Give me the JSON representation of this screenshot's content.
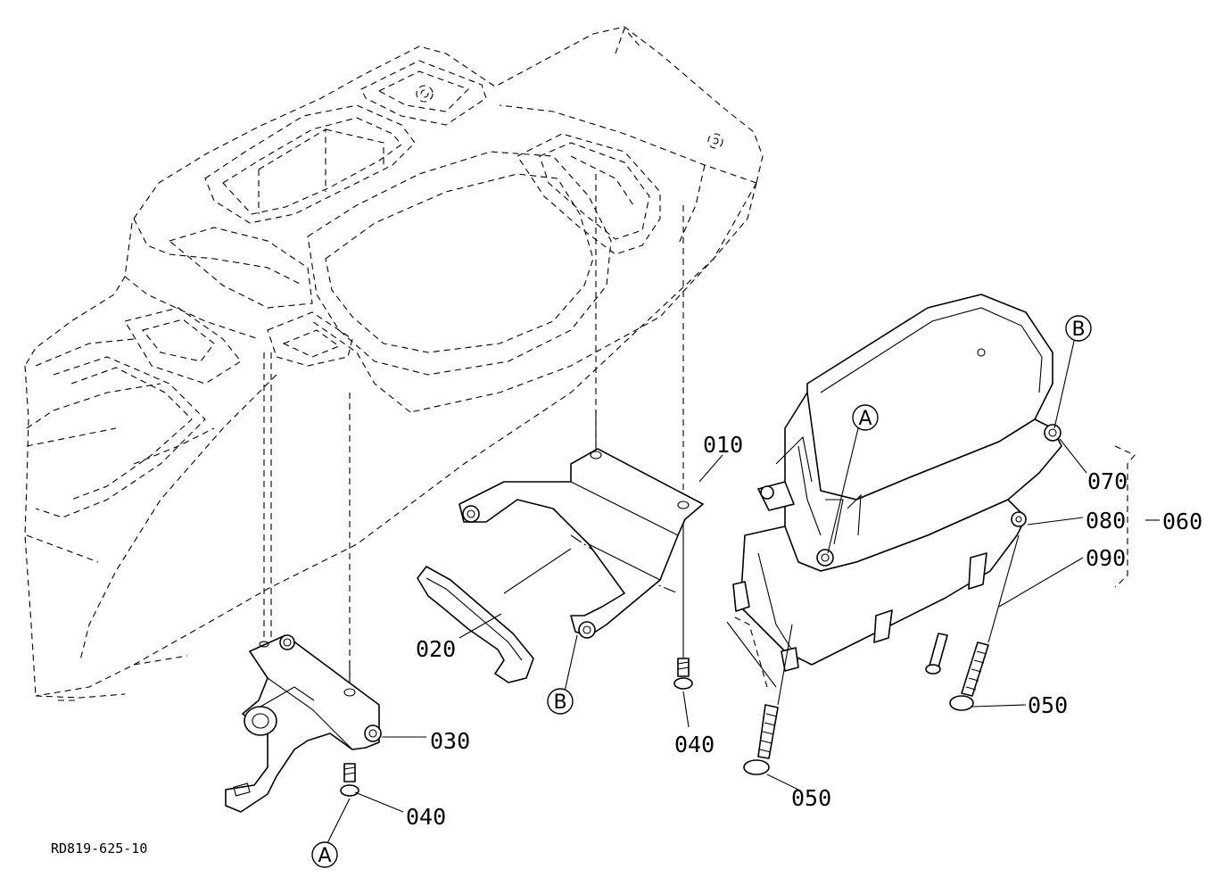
{
  "parts": [
    {
      "number": "010"
    },
    {
      "number": "020"
    },
    {
      "number": "030"
    },
    {
      "number": "040"
    },
    {
      "number": "040"
    },
    {
      "number": "050"
    },
    {
      "number": "050"
    },
    {
      "number": "060"
    },
    {
      "number": "070"
    },
    {
      "number": "080"
    },
    {
      "number": "090"
    }
  ],
  "callouts": [
    {
      "letter": "A"
    },
    {
      "letter": "A"
    },
    {
      "letter": "B"
    },
    {
      "letter": "B"
    }
  ],
  "drawing_code": "RD819-625-10"
}
